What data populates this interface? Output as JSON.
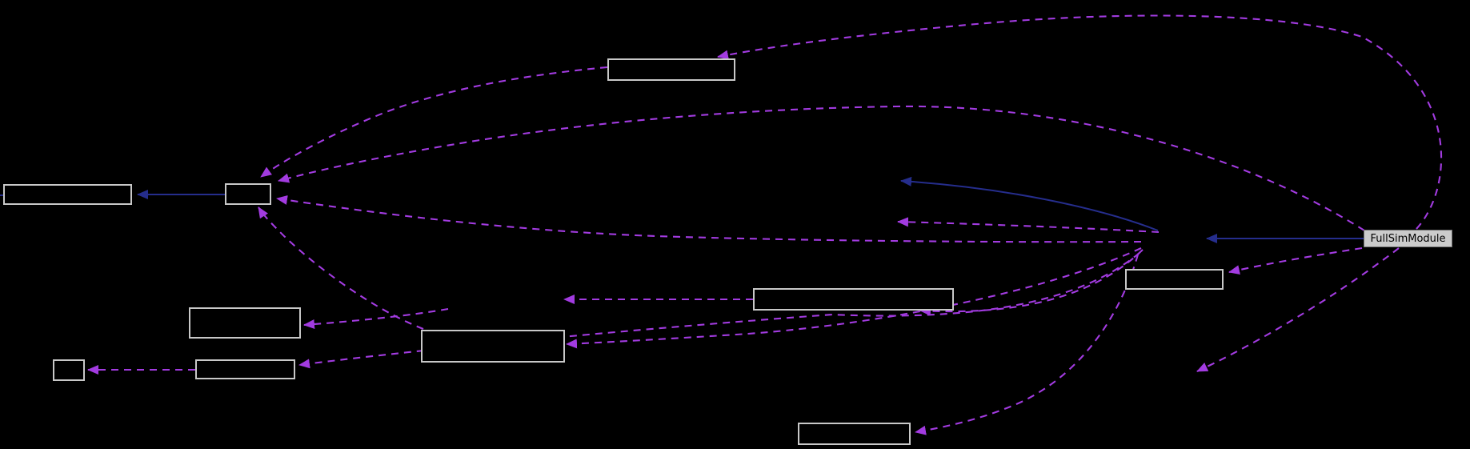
{
  "diagram": {
    "type": "dependency-graph",
    "highlighted_node": {
      "label": "FullSimModule"
    },
    "colors": {
      "background": "#000000",
      "node_border": "#c8c8c8",
      "node_fill": "#000000",
      "highlight_fill": "#cbcbcb",
      "highlight_border": "#707070",
      "dashed_edge": "#a23be0",
      "solid_edge": "#252d8c"
    },
    "nodes": [
      {
        "id": "box-top",
        "label": ""
      },
      {
        "id": "box-left",
        "label": ""
      },
      {
        "id": "box-small-left",
        "label": ""
      },
      {
        "id": "box-right-mid",
        "label": ""
      },
      {
        "id": "box-wide-mid",
        "label": ""
      },
      {
        "id": "box-mid-left",
        "label": ""
      },
      {
        "id": "box-center",
        "label": ""
      },
      {
        "id": "box-tiny-left",
        "label": ""
      },
      {
        "id": "box-bottom-left",
        "label": ""
      },
      {
        "id": "box-bottom-center",
        "label": ""
      },
      {
        "id": "fullsimmodule",
        "label": "FullSimModule",
        "highlighted": true
      }
    ],
    "edges": [
      {
        "id": "e1",
        "from": "box-small-left",
        "to": "box-left",
        "style": "solid"
      },
      {
        "id": "e2",
        "from": "junction-node",
        "to": "hidden-node-1",
        "style": "solid"
      },
      {
        "id": "e3",
        "from": "fullsimmodule",
        "to": "junction-node",
        "style": "solid"
      },
      {
        "id": "e4",
        "from": "fullsimmodule",
        "to": "box-top",
        "style": "dashed"
      },
      {
        "id": "e5",
        "from": "fullsimmodule",
        "to": "box-small-left",
        "style": "dashed"
      },
      {
        "id": "e6",
        "from": "junction-node",
        "to": "box-small-left",
        "style": "dashed"
      },
      {
        "id": "e7",
        "from": "junction-node",
        "to": "hidden-node-2",
        "style": "dashed"
      },
      {
        "id": "e8",
        "from": "fullsimmodule",
        "to": "box-right-mid",
        "style": "dashed"
      },
      {
        "id": "e9",
        "from": "fullsimmodule",
        "to": "hidden-node-4",
        "style": "dashed"
      },
      {
        "id": "e10",
        "from": "junction-node",
        "to": "box-wide-mid",
        "style": "dashed"
      },
      {
        "id": "e11",
        "from": "junction-node",
        "to": "box-center",
        "style": "dashed"
      },
      {
        "id": "e12",
        "from": "junction-node",
        "to": "box-bottom-left",
        "style": "dashed"
      },
      {
        "id": "e13",
        "from": "junction-node",
        "to": "box-bottom-center",
        "style": "dashed"
      },
      {
        "id": "e14",
        "from": "box-wide-mid",
        "to": "hidden-node-3",
        "style": "dashed"
      },
      {
        "id": "e15",
        "from": "hidden-node-3",
        "to": "box-mid-left",
        "style": "dashed"
      },
      {
        "id": "e16",
        "from": "box-center",
        "to": "box-small-left",
        "style": "dashed"
      },
      {
        "id": "e17",
        "from": "box-bottom-left",
        "to": "box-tiny-left",
        "style": "dashed"
      },
      {
        "id": "e18",
        "from": "box-top",
        "to": "box-small-left",
        "style": "dashed"
      },
      {
        "id": "e19",
        "from": "offscreen-left",
        "to": "box-left",
        "style": "solid"
      }
    ]
  }
}
